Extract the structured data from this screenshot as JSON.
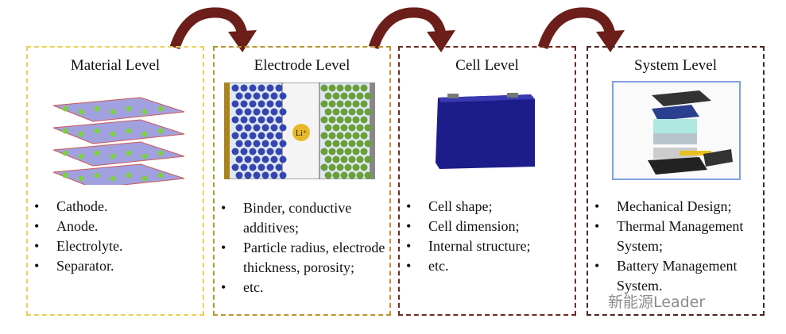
{
  "colors": {
    "arrow": "#6b1e1a",
    "material": "#e6d257",
    "electrode": "#b8962e",
    "cell": "#6e2b22",
    "system": "#4a2620"
  },
  "levels": [
    {
      "title": "Material Level",
      "items": [
        "Cathode.",
        "Anode.",
        "Electrolyte.",
        "Separator."
      ]
    },
    {
      "title": "Electrode Level",
      "items": [
        "Binder, conductive additives;",
        "Particle radius, electrode thickness, porosity;",
        "etc."
      ],
      "ion_label": "Li⁺"
    },
    {
      "title": "Cell Level",
      "items": [
        "Cell shape;",
        "Cell dimension;",
        "Internal structure;",
        "etc."
      ]
    },
    {
      "title": "System Level",
      "items": [
        "Mechanical Design;",
        "Thermal Management System;",
        "Battery Management System."
      ]
    }
  ],
  "watermark": "新能源Leader"
}
